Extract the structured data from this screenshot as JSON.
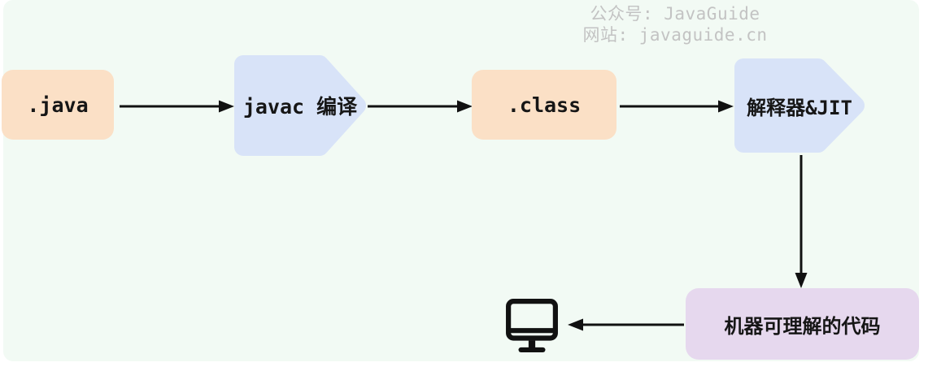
{
  "watermark": {
    "line1": "公众号: JavaGuide",
    "line2": "网站: javaguide.cn"
  },
  "nodes": {
    "java_file": {
      "label": ".java",
      "shape": "rounded-rect",
      "color": "#FBE0C6"
    },
    "javac": {
      "label": "javac 编译",
      "shape": "pentagon-right",
      "color": "#D8E3F8"
    },
    "class_file": {
      "label": ".class",
      "shape": "rounded-rect",
      "color": "#FBE0C6"
    },
    "interpreter_jit": {
      "label": "解释器&JIT",
      "shape": "pentagon-right",
      "color": "#D8E3F8"
    },
    "machine_code": {
      "label": "机器可理解的代码",
      "shape": "rounded-rect",
      "color": "#E6D8EE"
    }
  },
  "icons": {
    "monitor": "computer-monitor-icon"
  },
  "edges": [
    {
      "from": ".java",
      "to": "javac 编译",
      "direction": "right"
    },
    {
      "from": "javac 编译",
      "to": ".class",
      "direction": "right"
    },
    {
      "from": ".class",
      "to": "解释器&JIT",
      "direction": "right"
    },
    {
      "from": "解释器&JIT",
      "to": "机器可理解的代码",
      "direction": "down"
    },
    {
      "from": "机器可理解的代码",
      "to": "computer-monitor",
      "direction": "left"
    }
  ],
  "colors": {
    "background": "#F2FAF4",
    "file_node": "#FBE0C6",
    "process_node": "#D8E3F8",
    "output_node": "#E6D8EE",
    "arrow": "#111111",
    "text": "#161616",
    "watermark": "#C3C3C3"
  }
}
